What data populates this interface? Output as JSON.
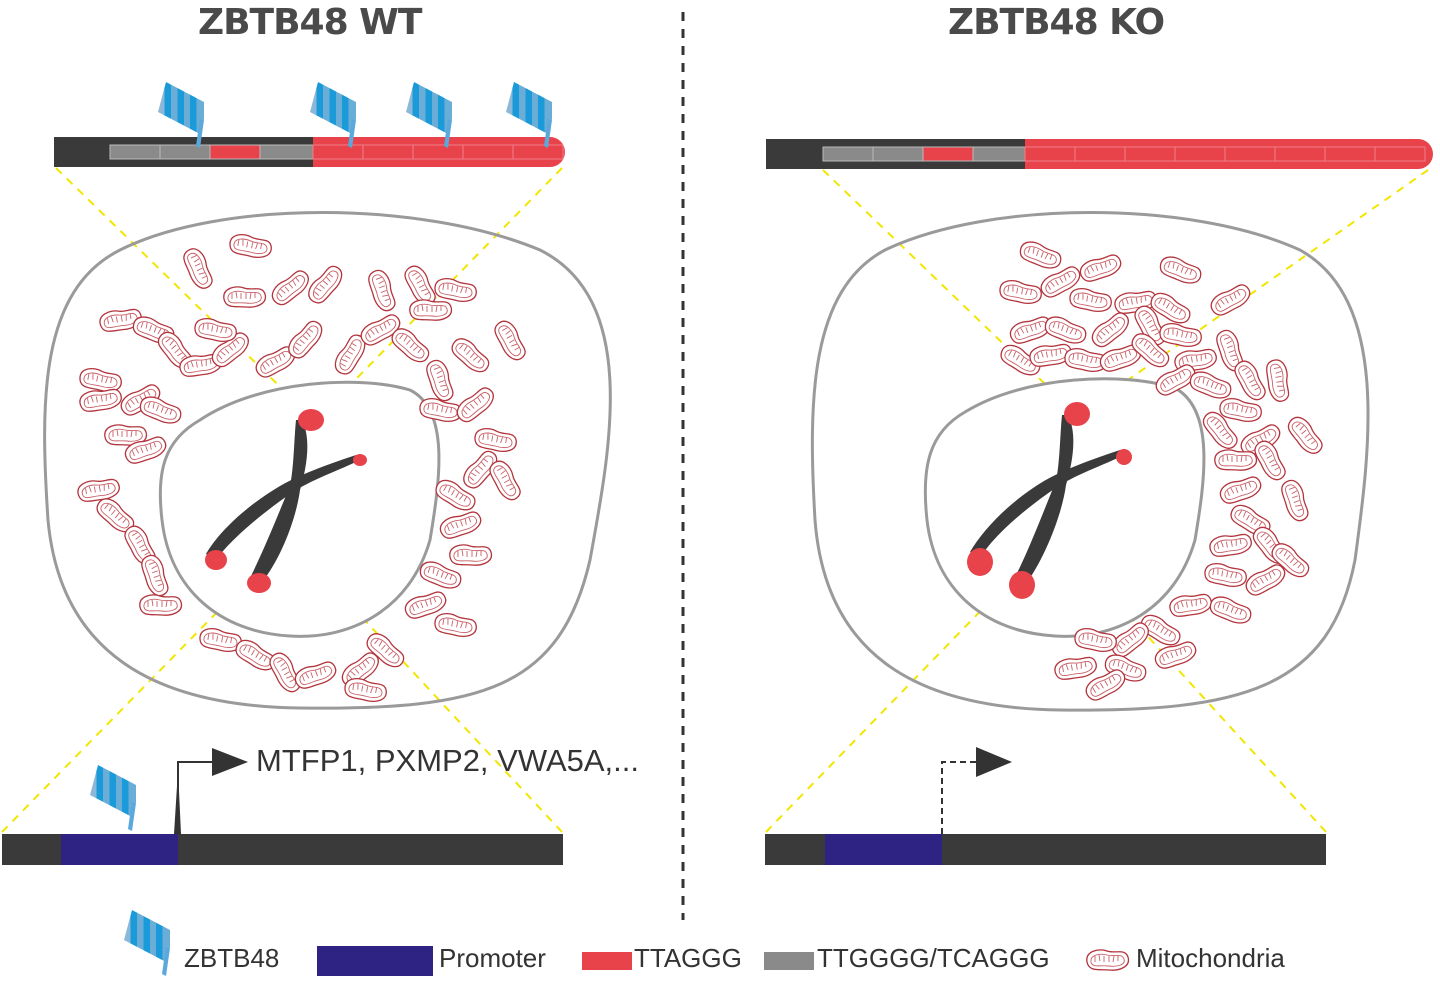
{
  "panels": {
    "wt": {
      "title": "ZBTB48 WT",
      "target_genes_label": "MTFP1, PXMP2, VWA5A,...",
      "transcription": "active",
      "zbtb48_bound_at_telomere": 4,
      "zbtb48_bound_at_promoter": true
    },
    "ko": {
      "title": "ZBTB48 KO",
      "transcription": "reduced",
      "zbtb48_bound_at_telomere": 0,
      "zbtb48_bound_at_promoter": false
    }
  },
  "legend": {
    "items": [
      {
        "key": "zbtb48",
        "label": "ZBTB48",
        "icon": "striped-flag-icon"
      },
      {
        "key": "promoter",
        "label": "Promoter",
        "color": "#2e2383"
      },
      {
        "key": "ttaggg",
        "label": "TTAGGG",
        "color": "#e8424a"
      },
      {
        "key": "variant",
        "label": "TTGGGG/TCAGGG",
        "color": "#8a8a8a"
      },
      {
        "key": "mito",
        "label": "Mitochondria",
        "icon": "mitochondrion-icon"
      }
    ]
  },
  "colors": {
    "chromatin": "#3a3a3a",
    "telomere_repeat": "#e8424a",
    "variant_repeat": "#8a8a8a",
    "promoter": "#2e2383",
    "zoom_lines": "#f2e600",
    "membrane": "#9a9a9a",
    "mitochondria": "#b3343c",
    "zbtb48_light": "#8bb8d8",
    "zbtb48_dark": "#1a9ad8"
  }
}
